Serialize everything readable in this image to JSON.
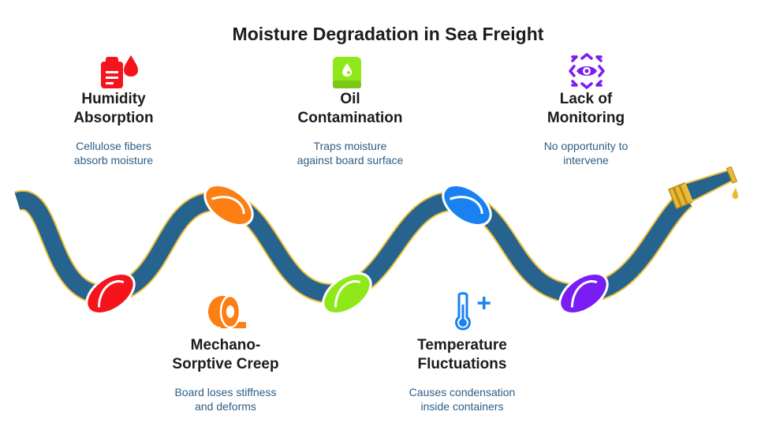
{
  "title": "Moisture Degradation in Sea Freight",
  "colors": {
    "hose": "#26648f",
    "hose_edge": "#f2c23a",
    "red": "#f5141b",
    "orange": "#fb7f12",
    "green": "#8fe81a",
    "blue": "#1a82f0",
    "purple": "#7a1df2",
    "nozzle": "#e9b936"
  },
  "factors": [
    {
      "heading": "Humidity\nAbsorption",
      "desc": "Cellulose fibers\nabsorb moisture",
      "icon": "humidity-document-icon"
    },
    {
      "heading": "Oil\nContamination",
      "desc": "Traps moisture\nagainst board surface",
      "icon": "oil-can-icon"
    },
    {
      "heading": "Lack of\nMonitoring",
      "desc": "No opportunity to\nintervene",
      "icon": "monitoring-eye-icon"
    },
    {
      "heading": "Mechano-\nSorptive Creep",
      "desc": "Board loses stiffness\nand deforms",
      "icon": "tape-roll-icon"
    },
    {
      "heading": "Temperature\nFluctuations",
      "desc": "Causes condensation\ninside containers",
      "icon": "thermometer-icon"
    }
  ]
}
